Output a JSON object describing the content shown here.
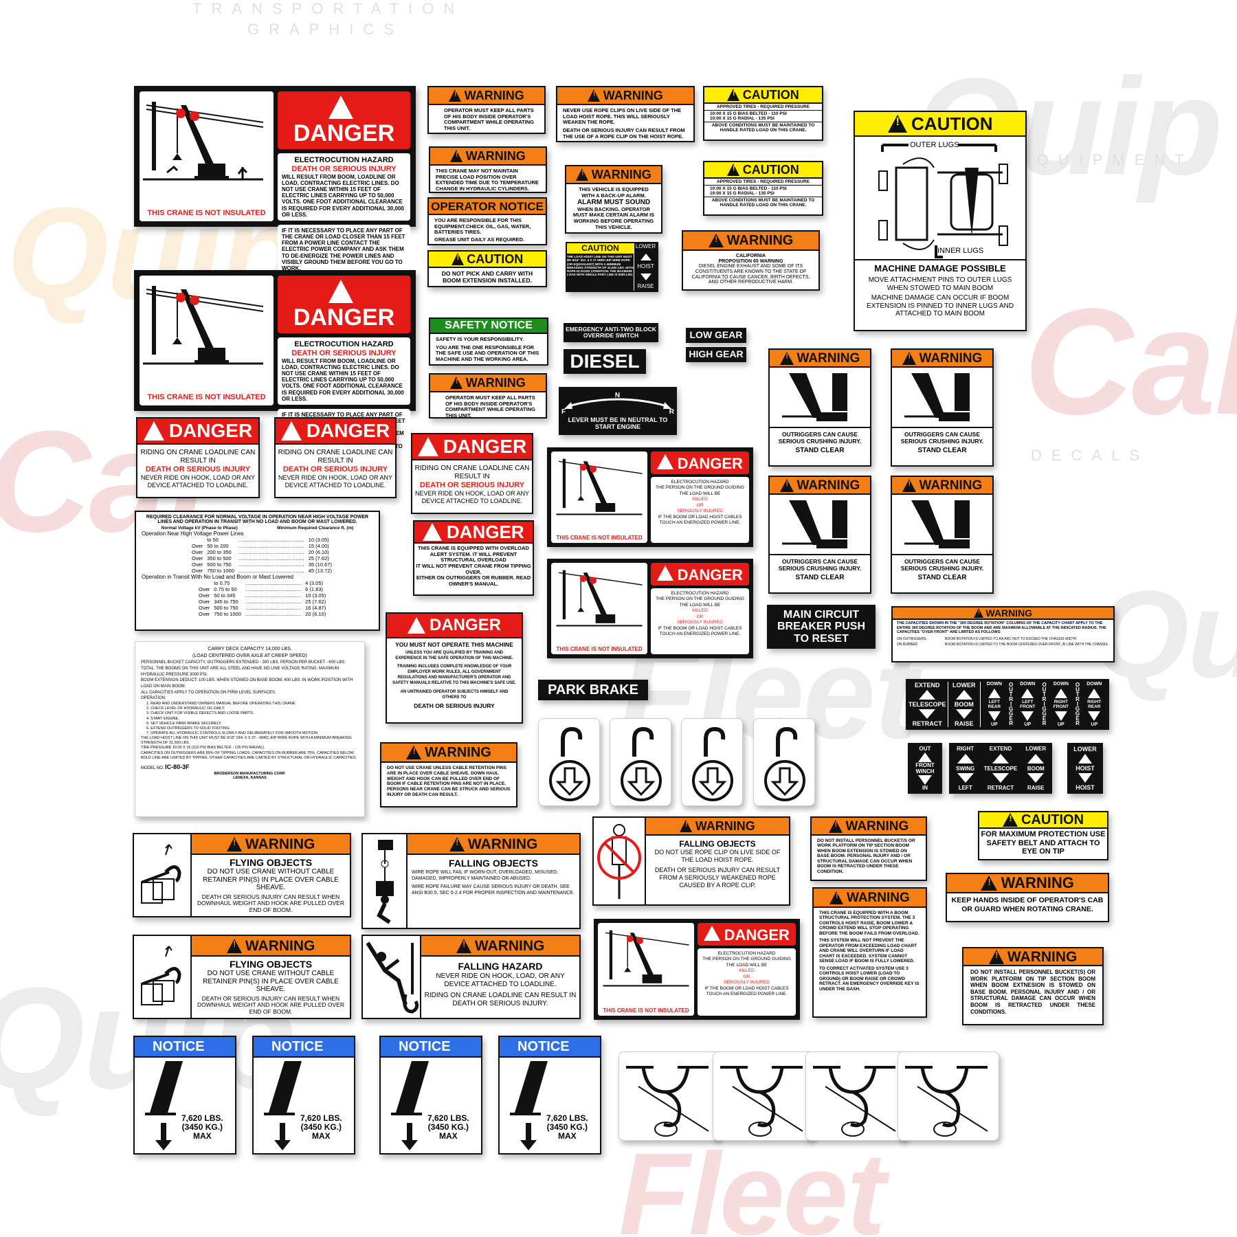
{
  "watermarks": {
    "brand_1": "Quip",
    "brand_2": "Cal",
    "brand_3": "Fleet",
    "sub_1": "EQUIPMENT",
    "sub_2": "DECALS",
    "sub_3": "TRANSPORTATION",
    "sub_4": "GRAPHICS"
  },
  "colors": {
    "danger_red": "#e41b17",
    "warning_orange": "#f57f17",
    "caution_yellow": "#ffee00",
    "notice_blue": "#2c6fe6",
    "safety_green": "#1e8c1e",
    "black": "#111111"
  },
  "electrocution_large": [
    {
      "header": "DANGER",
      "title": "ELECTROCUTION HAZARD",
      "subtitle": "DEATH OR SERIOUS INJURY",
      "body": "WILL RESULT FROM BOOM, LOADLINE OR LOAD, CONTRACTING ELECTRIC LINES. DO NOT USE CRANE WITHIN 15 FEET OF ELECTRIC LINES CARRYING UP TO 50,000 VOLTS. ONE FOOT ADDITIONAL CLEARANCE IS REQUIRED FOR EVERY ADDITIONAL 30,000 OR LESS.",
      "body2": "IF IT IS NECESSARY TO PLACE ANY PART OF THE CRANE OR LOAD CLOSER THAN 15 FEET FROM A POWER LINE CONTACT THE ELECTRIC POWER COMPANY AND ASK THEM TO DE-ENERGIZE THE POWER LINES AND VISIBLY GROUND THEM BEFORE YOU GO TO WORK.",
      "footer": "THIS CRANE IS NOT INSULATED"
    },
    {
      "header": "DANGER",
      "title": "ELECTROCUTION HAZARD",
      "subtitle": "DEATH OR SERIOUS INJURY",
      "body": "WILL RESULT FROM BOOM, LOADLINE OR LOAD, CONTRACTING ELECTRIC LINES. DO NOT USE CRANE WITHIN 15 FEET OF ELECTRIC LINES CARRYING UP TO 50,000 VOLTS. ONE FOOT ADDITIONAL CLEARANCE IS REQUIRED FOR EVERY ADDITIONAL 30,000 OR LESS.",
      "body2": "IF IT IS NECESSARY TO PLACE ANY PART OF THE CRANE OR LOAD CLOSER THAN 15 FEET FROM A POWER LINE CONTACT THE ELECTRIC POWER COMPANY AND ASK THEM TO DE-ENERGIZE THE POWER LINES AND VISIBLY GROUND THEM BEFORE YOU GO TO WORK.",
      "footer": "THIS CRANE IS NOT INSULATED"
    }
  ],
  "electrocution_small": {
    "header": "DANGER",
    "title": "ELECTROCUTION HAZARD",
    "line1": "THE PERSON ON THE GROUND GUIDING THE LOAD WILL BE",
    "killed": "KILLED",
    "or": "OR",
    "injured": "SERIOUSLY INJURED",
    "line2": "IF THE BOOM OR LOAD HOIST CABLES TOUCH AN ENERGIZED POWER LINE.",
    "footer": "THIS CRANE IS NOT INSULATED"
  },
  "small_warnings": {
    "w_keep_parts": {
      "header": "WARNING",
      "body": "OPERATOR MUST KEEP ALL PARTS OF HIS BODY INSIDE OPERATOR'S COMPARTMENT WHILE OPERATING THIS UNIT."
    },
    "w_precise": {
      "header": "WARNING",
      "body": "THIS CRANE MAY NOT MAINTAIN PRECISE LOAD POSITION OVER EXTENDED TIME DUE TO TEMPERATURE CHANGE IN HYDRAULIC CYLINDERS."
    },
    "operator_notice": {
      "header": "OPERATOR NOTICE",
      "body": "YOU ARE RESPONSIBLE FOR THIS EQUIPMENT.CHECK OIL, GAS, WATER, BATTERIES TIRES.",
      "body2": "GREASE UNIT DAILY AS REQUIRED."
    },
    "c_pick_carry": {
      "header": "CAUTION",
      "body": "DO NOT PICK AND CARRY WITH BOOM EXTENSION INSTALLED."
    },
    "safety_notice": {
      "header": "SAFETY  NOTICE",
      "body": "SAFETY IS YOUR RESPONSIBILITY.",
      "body2": "YOU ARE THE ONE RESPONSIBLE FOR THE SAFE USE AND OPERATION OF THIS MACHINE AND THE WORKING AREA."
    },
    "w_keep_parts_2": {
      "header": "WARNING",
      "body": "OPERATOR MUST KEEP ALL PARTS OF HIS BODY INSIDE OPERATOR'S COMPARTMENT WHILE OPERATING THIS UNIT."
    },
    "w_rope_clips": {
      "header": "WARNING",
      "body": "NEVER USE ROPE CLIPS ON LIVE SIDE OF THE LOAD HOIST ROPE.  THIS WILL SERIOUSLY WEAKEN THE ROPE.",
      "body2": "DEATH OR SERIOUS INJURY CAN RESULT FROM THE USE OF A ROPE CLIP ON THE HOIST ROPE."
    },
    "w_backup": {
      "header": "WARNING",
      "line1": "THIS VEHICLE IS EQUIPPED WITH A BACK-UP ALARM.",
      "line2": "ALARM MUST SOUND",
      "line3": "WHEN BACKING. OPERATOR MUST MAKE CERTAIN ALARM IS WORKING BEFORE OPERATING THIS VEHICLE."
    },
    "c_hoist_line": {
      "header": "CAUTION",
      "body": "THE LOAD HOIST LINE ON THIS UNIT MUST BE 9/16\" DIA. 6 X 37 IWRC-EIP WIRE ROPE (OR EQUIVALENT) WITH A MINIMUM BREAKING STRENGTH OF 31,500 LBS. WITH ROPE IN GOOD CONDITION. THE MAXIMUM LOAD WITH SINGLE PART LINE IS 8000 LBS.",
      "lower": "LOWER",
      "hoist": "HOIST",
      "raise": "RAISE"
    },
    "c_tires_1": {
      "header": "CAUTION",
      "row1": "APPROVED TIRES - REQUIRED  PRESSURE",
      "row2a": "10:00 X 15 G BIAS BELTED - 110 PSI",
      "row2b": "10:00 X 15 G RADIAL - 135 PSI",
      "row3": "ABOVE CONDITIONS MUST BE MAINTAINED TO HANDLE RATED LOAD ON THIS CRANE."
    },
    "c_tires_2": {
      "header": "CAUTION",
      "row1": "APPROVED TIRES - REQUIRED  PRESSURE",
      "row2a": "10:00 X 15 G BIAS BELTED - 110 PSI",
      "row2b": "10:00 X 15 G RADIAL - 135 PSI",
      "row3": "ABOVE CONDITIONS MUST BE MAINTAINED TO HANDLE RATED LOAD ON THIS CRANE."
    },
    "w_prop65": {
      "header": "WARNING",
      "line1": "CALIFORNIA",
      "line2": "PROPOSITION 65 WARNING",
      "body": "DIESEL ENGINE EXHAUST AND SOME OF ITS CONSTITUENTS ARE KNOWN TO THE STATE OF CALIFORNIA TO CAUSE CANCER, BIRTH DEFECTS, AND OTHER REPRODUCTIVE HARM."
    },
    "c_lugs": {
      "header": "CAUTION",
      "outer": "OUTER LUGS",
      "inner": "INNER LUGS",
      "title": "MACHINE DAMAGE POSSIBLE",
      "body": "MOVE ATTACHMENT PINS TO OUTER LUGS WHEN STOWED TO MAIN BOOM",
      "body2": "MACHINE DAMAGE  CAN OCCUR IF BOOM EXTENSION IS PINNED TO INNER LUGS AND ATTACHED TO MAIN BOOM"
    }
  },
  "black_labels": {
    "anti_two_block": "EMERGENCY ANTI-TWO BLOCK OVERRIDE SWITCH",
    "diesel": "DIESEL",
    "low_gear": "LOW GEAR",
    "high_gear": "HIGH GEAR",
    "neutral": {
      "n": "N",
      "f": "F",
      "r": "R",
      "text": "LEVER MUST BE IN NEUTRAL TO START ENGINE"
    },
    "park_brake": "PARK BRAKE",
    "main_breaker": "MAIN CIRCUIT BREAKER PUSH TO RESET"
  },
  "riding_dangers": [
    {
      "header": "DANGER",
      "line1": "RIDING ON CRANE LOADLINE CAN RESULT IN",
      "red": "DEATH OR SERIOUS INJURY",
      "line2": "NEVER RIDE ON HOOK, LOAD OR ANY DEVICE ATTACHED TO LOADLINE."
    },
    {
      "header": "DANGER",
      "line1": "RIDING ON CRANE LOADLINE CAN RESULT IN",
      "red": "DEATH OR SERIOUS INJURY",
      "line2": "NEVER RIDE ON HOOK, LOAD OR ANY DEVICE ATTACHED TO LOADLINE."
    },
    {
      "header": "DANGER",
      "line1": "RIDING ON CRANE LOADLINE CAN RESULT IN",
      "red": "DEATH OR SERIOUS INJURY",
      "line2": "NEVER RIDE ON HOOK, LOAD OR ANY DEVICE ATTACHED TO LOADLINE."
    }
  ],
  "overload_danger": {
    "header": "DANGER",
    "line1": "THIS CRANE IS EQUIPPED WITH OVERLOAD ALERT SYSTEM. IT WILL PREVENT STRUCTURAL OVERLOAD",
    "line2": "IT WILL NOT PREVENT CRANE FROM TIPPING OVER.",
    "line3": "EITHER ON OUTRIGGERS OR RUBBER. READ OWNER'S MANUAL."
  },
  "operate_danger": {
    "header": "DANGER",
    "title": "YOU MUST NOT OPERATE THIS MACHINE",
    "line1": "UNLESS YOU ARE QUALIFIED BY TRAINING AND EXPERIENCE IN THE SAFE OPERATION OF THIS MACHINE.",
    "line2": "TRAINING INCLUDES COMPLETE KNOWLEDGE OF YOUR EMPLOYER WORK RULES, ALL GOVERNMENT REGULATIONS AND MANUFACTURER'S OPERATOR AND SAFETY MANUALS RELATIVE TO THIS MACHINE'S SAFE USE.",
    "line3": "AN UNTRAINED OPERATOR SUBJECTS HIMSELF AND OTHERS TO",
    "footer": "DEATH OR SERIOUS INJURY"
  },
  "clearance_table": {
    "title": "REQUIRED CLEARANCE FOR NORMAL VOLTAGE IN OPERATION NEAR HIGH VOLTAGE POWER LINES AND OPERATION IN TRANSIT WITH NO LOAD AND BOOM OR MAST LOWERED.",
    "col1": "Normal Voltage kV (Phase to Phase)",
    "col2": "Minimum Required Clearance ft. (m)",
    "section1": "Operation Near High Voltage Power Lines",
    "rows1": [
      [
        "",
        "to 50",
        "10 (3.05)"
      ],
      [
        "Over",
        "50 to 200",
        "15 (4.00)"
      ],
      [
        "Over",
        "200 to 350",
        "20 (6.10)"
      ],
      [
        "Over",
        "350 to 500",
        "25 (7.62)"
      ],
      [
        "Over",
        "500 to 750",
        "35 (10.67)"
      ],
      [
        "Over",
        "750 to 1000",
        "45 (13.72)"
      ]
    ],
    "section2": "Operation in Transit With No Load and Boom or Mast Lowered",
    "rows2": [
      [
        "",
        "to 0.75",
        "4 (3.05)"
      ],
      [
        "Over",
        "0.75 to 50",
        "6 (1.83)"
      ],
      [
        "Over",
        "50 to 345",
        "10 (3.05)"
      ],
      [
        "Over",
        "345 to 750",
        "25 (7.62)"
      ],
      [
        "Over",
        "500 to 750",
        "16 (4.87)"
      ],
      [
        "Over",
        "750 to 1000",
        "20 (6.10)"
      ]
    ]
  },
  "capacity_plate": {
    "title1": "CARRY DECK CAPACITY 14,000 LBS.",
    "title2": "(LOAD CENTERED OVER AXLE AT CREEP SPEED)",
    "p1": "PERSONNEL BUCKET CAPACITY, OUTRIGGERS EXTENDED - 300 LBS. PERSON PER BUCKET - 600 LBS. TOTAL. THE BOOMS ON THIS UNIT ARE ALL STEEL AND HAVE NO LINE VOLTAGE RATING. MAXIMUM HYDRAULIC PRESSURE 3000 PSI.",
    "p2": "BOOM EXTENSION DEDUCT: 100 LBS. WHEN STOWED ON BASE BOOM; 400 LBS. IN WORK POSITION WITH LOAD ON MAIN BOOM.",
    "p3": "ALL CAPACITIES APPLY TO OPERATION ON FIRM LEVEL SURFACES.",
    "p4": "OPERATION:",
    "steps": [
      "1. READ AND UNDERSTAND OWNERS MANUAL BEFORE OPERATING THIS CRANE.",
      "2. CHECK LEVEL OF HYDRAULIC OIL DAILY.",
      "3. CHECK UNIT FOR VISIBLE DEFECTS AND LOOSE PARTS.",
      "4. START ENGINE.",
      "5. SET VEHICLE PARK BRAKE SECURELY.",
      "6. EXTEND OUTRIGGERS TO SOLID FOOTING.",
      "7. OPERATE ALL HYDRAULIC CONTROLS SLOWLY AND DELIBERATELY FOR SMOOTH MOTION."
    ],
    "p5": "THE LOAD HOIST LINE ON THIS UNIT MUST BE 9/16\" DIA. 6 X 37 - IWRC-EIP WIRE ROPE WITH A MINIMUM BREAKING STRENGTH OF 31,500 LBS.",
    "p6": "TIRE PRESSURE 10.00 X 15 (110 PSI BIAS BELTED - 135 PSI RADIAL).",
    "p7": "CAPACITIES ON OUTRIGGERS ARE 85% OF TIPPING LOADS. CAPACITIES ON RUBBER ARE 75%. CAPACITIES BELOW BOLD LINE ARE LIMITED BY TIPPING. OTHER CAPACITIES ARE LIMITED BY STRUCTURAL OR HYDRAULIC CAPACITIES.",
    "model_label": "MODEL NO.",
    "model": "IC-80-3F",
    "maker1": "BRODERSON MANUFACTURING CORP.",
    "maker2": "LENEXA, KANSAS"
  },
  "w_retention": {
    "header": "WARNING",
    "body": "DO NOT USE CRANE UNLESS CABLE RETENTION PINS ARE IN PLACE OVER CABLE SHEAVE. DOWN HAUL WEIGHT AND HOOK CAN BE PULLED OVER END OF BOOM IF CABLE RETENTION PINS ARE NOT IN PLACE. PERSONS NEAR CRANE CAN BE STRUCK AND SERIOUS INJURY OR DEATH CAN RESULT."
  },
  "outrigger_warnings": [
    {
      "header": "WARNING",
      "line1": "OUTRIGGERS CAN CAUSE SERIOUS CRUSHING INJURY.",
      "line2": "STAND CLEAR"
    },
    {
      "header": "WARNING",
      "line1": "OUTRIGGERS CAN CAUSE SERIOUS CRUSHING INJURY.",
      "line2": "STAND CLEAR"
    },
    {
      "header": "WARNING",
      "line1": "OUTRIGGERS CAN CAUSE SERIOUS CRUSHING INJURY.",
      "line2": "STAND CLEAR"
    },
    {
      "header": "WARNING",
      "line1": "OUTRIGGERS CAN CAUSE SERIOUS CRUSHING INJURY.",
      "line2": "STAND CLEAR"
    }
  ],
  "w_360": {
    "header": "WARNING",
    "body": "THE CAPACITIES SHOWN IN THE \"360 DEGREE ROTATION\" COLUMNS OF THE CAPACITY CHART APPLY TO THE ENTIRE 360 DEGREE ROTATION OF THE BOOM AND ARE MAXIMUM ALLOWABLE AT THE INDICATED RADIUS. THE CAPACITIES \"OVER FRONT\" ARE LIMITED AS FOLLOWS:",
    "k1": "ON OUTRIGGERS:",
    "v1": "BOOM ROTATION IS LIMITED TO AN ARC NOT TO EXCEED THE CHASSIS WIDTH.",
    "k2": "ON RUBBER:",
    "v2": "BOOM ROTATION IS LIMITED TO THE BOOM CENTERED OVER FRONT, IN LINE WITH THE CHASSIS."
  },
  "control_panel_main": [
    {
      "top": "EXTEND",
      "mid": "TELESCOPE",
      "bot": "RETRACT"
    },
    {
      "top": "LOWER",
      "mid": "BOOM",
      "bot": "RAISE"
    },
    {
      "top": "DOWN",
      "mid": "LEFT REAR",
      "bot": "UP",
      "side": "OUTRIGGER"
    },
    {
      "top": "DOWN",
      "mid": "LEFT FRONT",
      "bot": "UP",
      "side": "OUTRIGGER"
    },
    {
      "top": "DOWN",
      "mid": "RIGHT FRONT",
      "bot": "UP",
      "side": "OUTRIGGER"
    },
    {
      "top": "DOWN",
      "mid": "RIGHT REAR",
      "bot": "UP"
    }
  ],
  "control_winch": {
    "top": "OUT",
    "mid": "FRONT WINCH",
    "bot": "IN"
  },
  "control_swing": [
    {
      "top": "RIGHT",
      "mid": "SWING",
      "bot": "LEFT"
    },
    {
      "top": "EXTEND",
      "mid": "TELESCOPE",
      "bot": "RETRACT"
    },
    {
      "top": "LOWER",
      "mid": "BOOM",
      "bot": "RAISE"
    }
  ],
  "control_hoist": {
    "top": "LOWER",
    "mid": "HOIST",
    "bot": "HOIST"
  },
  "flying_objects": [
    {
      "header": "WARNING",
      "title": "FLYING OBJECTS",
      "line1": "DO NOT USE CRANE WITHOUT CABLE RETAINER PIN(S) IN PLACE OVER CABLE SHEAVE.",
      "line2": "DEATH OR SERIOUS INJURY CAN RESULT WHEN DOWNHAUL WEIGHT AND HOOK ARE PULLED OVER END OF BOOM."
    },
    {
      "header": "WARNING",
      "title": "FLYING OBJECTS",
      "line1": "DO NOT USE CRANE WITHOUT CABLE RETAINER PIN(S) IN PLACE OVER CABLE SHEAVE.",
      "line2": "DEATH OR SERIOUS INJURY CAN RESULT WHEN DOWNHAUL WEIGHT AND HOOK ARE PULLED OVER END OF BOOM."
    }
  ],
  "falling_objects_wire": {
    "header": "WARNING",
    "title": "FALLING OBJECTS",
    "line1": "WIRE ROPE WILL FAIL IF WORN-OUT, OVERLOADED, MISUSED, DAMAGED, IMPROPERLY MAINTAINED OR ABUSED.",
    "line2": "WIRE ROPE FAILURE MAY CAUSE SERIOUS INJURY OR DEATH. SEE ANSI B30.5, SEC 5-2.4 FOR PROPER INSPECTION AND MAINTENANCE."
  },
  "falling_hazard": {
    "header": "WARNING",
    "title": "FALLING HAZARD",
    "line1": "NEVER RIDE ON HOOK, LOAD, OR ANY DEVICE ATTACHED TO LOADLINE.",
    "line2": "RIDING ON CRANE LOADLINE CAN RESULT IN DEATH OR SERIOUS INJURY."
  },
  "falling_objects_clip": {
    "header": "WARNING",
    "title": "FALLING OBJECTS",
    "line1": "DO NOT USE ROPE CLIP ON LIVE SIDE OF THE LOAD HOIST ROPE.",
    "line2": "DEATH OR SERIOUS INJURY CAN RESULT FROM A SERIOUSLY WEAKENED ROPE CAUSED BY A ROPE CLIP."
  },
  "w_bucket_1": {
    "header": "WARNING",
    "body": "DO NOT INSTALL PERSONNEL BUCKET/S OR WORK PLATFORM ON TIP SECTION BOOM WHEN BOOM EXTENSION IS STOWED ON BASE BOOM. PERSONAL INJURY AND / OR STRUCTURAL DAMAGE CAN OCCUR WHEN BOOM IS RETRACTED UNDER THESE CONDITION."
  },
  "w_structural": {
    "header": "WARNING",
    "p1": "THIS CRANE IS EQUIPPED WITH A BOOM STRUCTURAL PROTECTION SYSTEM. THE 3 CONTROLS HOIST RAISE, BOOM LOWER & CROWD EXTEND WILL STOP OPERATING BEFORE THE BOOM FAILS FROM OVERLOAD.",
    "p2": "THIS SYSTEM WILL NOT PREVENT THE OPERATOR FROM EXCEEDING LOAD CHART AND CRANE WILL OVERTURN IF LOAD CHART IS EXCEEDED. SYSTEM CANNOT SENSE LOAD IF BOOM IS FULLY LOWERED.",
    "p3": "TO CORRECT ACTIVATED SYSTEM USE 3 CONTROLS HOIST LOWER (LOAD TO GROUND) OR BOOM RAISE OR CROWD RETRACT. AN EMERGENCY OVERRIDE KEY IS UNDER THE DASH."
  },
  "c_safety_belt": {
    "header": "CAUTION",
    "body": "FOR MAXIMUM PROTECTION USE SAFETY BELT AND ATTACH TO EYE ON TIP"
  },
  "w_hands": {
    "header": "WARNING",
    "body": "KEEP HANDS INSIDE OF OPERATOR'S CAB OR GUARD WHEN ROTATING CRANE."
  },
  "w_bucket_2": {
    "header": "WARNING",
    "body": "DO NOT INSTALL PERSONNEL BUCKET(S) OR WORK PLATFORM ON TIP SECTION BOOM WHEN BOOM EXTNESION IS STOWED ON BASE BOOM. PERSONAL INJURY AND / OR STRUCTURAL DAMAGE CAN OCCUR WHEN BOOM IS RETRACTED UNDER THESE CONDITIONS."
  },
  "notices": [
    {
      "header": "NOTICE",
      "line1": "7,620 LBS.",
      "line2": "(3450 KG.)",
      "line3": "MAX"
    },
    {
      "header": "NOTICE",
      "line1": "7,620 LBS.",
      "line2": "(3450 KG.)",
      "line3": "MAX"
    },
    {
      "header": "NOTICE",
      "line1": "7,620 LBS.",
      "line2": "(3450 KG.)",
      "line3": "MAX"
    },
    {
      "header": "NOTICE",
      "line1": "7,620 LBS.",
      "line2": "(3450 KG.)",
      "line3": "MAX"
    }
  ],
  "hook_icons_count": 4,
  "rope_clip_icons_count": 4
}
